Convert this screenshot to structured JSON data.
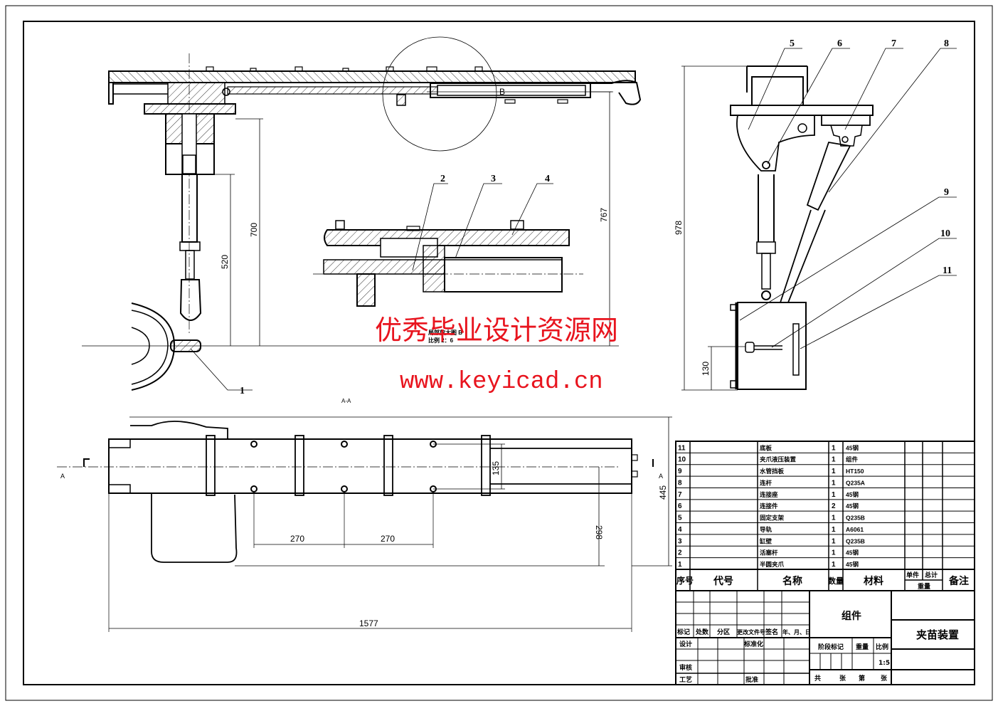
{
  "drawing": {
    "title": "夹苗装置",
    "assembly_type": "组件",
    "scale": "1:5",
    "section_label": "A-A",
    "detail_label": "B",
    "detail_note_line1": "局部放大图 B",
    "detail_note_line2": "比例 2：6"
  },
  "watermark": {
    "line1": "优秀毕业设计资源网",
    "line2": "www.keyicad.cn",
    "color": "#e8141e"
  },
  "dimensions": {
    "front_view": [
      "520",
      "700",
      "767"
    ],
    "side_view": [
      "978",
      "130"
    ],
    "top_view": [
      "270",
      "270",
      "135",
      "298",
      "445",
      "1577"
    ]
  },
  "balloons": [
    "1",
    "2",
    "3",
    "4",
    "5",
    "6",
    "7",
    "8",
    "9",
    "10",
    "11"
  ],
  "section_marks": {
    "left": "A",
    "right": "A"
  },
  "parts_list": {
    "headers": {
      "no": "序号",
      "code": "代号",
      "name": "名称",
      "qty": "数量",
      "material": "材料",
      "unit": "单件",
      "total": "总计",
      "weight": "重量",
      "remark": "备注"
    },
    "rows": [
      {
        "no": "11",
        "code": "",
        "name": "底板",
        "qty": "1",
        "material": "45钢"
      },
      {
        "no": "10",
        "code": "",
        "name": "夹爪液压装置",
        "qty": "1",
        "material": "组件"
      },
      {
        "no": "9",
        "code": "",
        "name": "水管挡板",
        "qty": "1",
        "material": "HT150"
      },
      {
        "no": "8",
        "code": "",
        "name": "连杆",
        "qty": "1",
        "material": "Q235A"
      },
      {
        "no": "7",
        "code": "",
        "name": "连接座",
        "qty": "1",
        "material": "45钢"
      },
      {
        "no": "6",
        "code": "",
        "name": "连接件",
        "qty": "2",
        "material": "45钢"
      },
      {
        "no": "5",
        "code": "",
        "name": "固定支架",
        "qty": "1",
        "material": "Q235B"
      },
      {
        "no": "4",
        "code": "",
        "name": "导轨",
        "qty": "1",
        "material": "A6061"
      },
      {
        "no": "3",
        "code": "",
        "name": "缸壁",
        "qty": "1",
        "material": "Q235B"
      },
      {
        "no": "2",
        "code": "",
        "name": "活塞杆",
        "qty": "1",
        "material": "45钢"
      },
      {
        "no": "1",
        "code": "",
        "name": "半圆夹爪",
        "qty": "1",
        "material": "45钢"
      }
    ]
  },
  "title_block": {
    "revision_headers": [
      "标记",
      "处数",
      "分区",
      "更改文件号",
      "签名",
      "年、月、日"
    ],
    "design": "设计",
    "standardization": "标准化",
    "review": "审核",
    "process": "工艺",
    "approve": "批准",
    "stage_mark": "阶段标记",
    "weight": "重量",
    "scale_label": "比例",
    "sheets_total": "共",
    "sheets_unit1": "张",
    "sheet_no": "第",
    "sheets_unit2": "张"
  }
}
